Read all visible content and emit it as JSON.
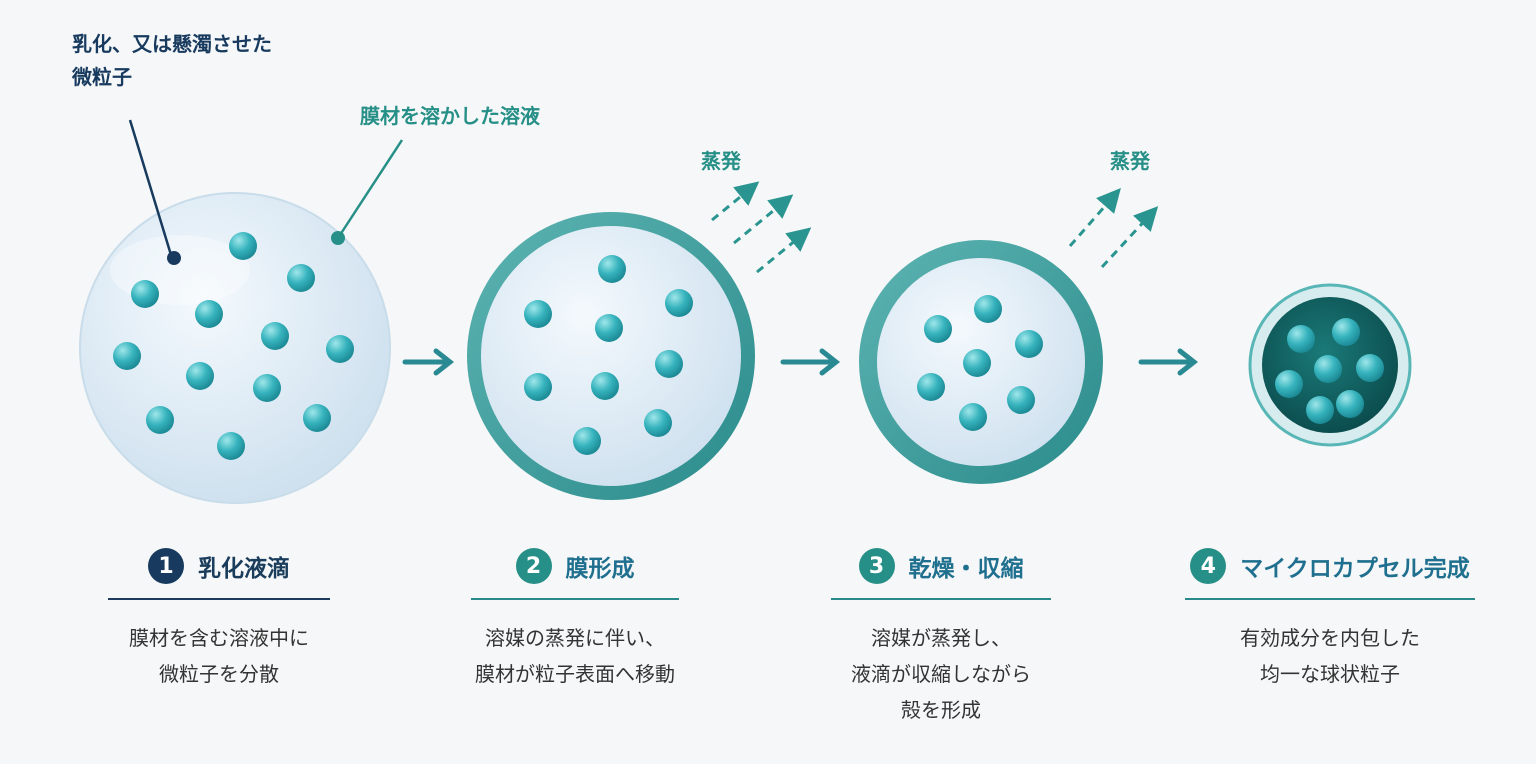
{
  "callouts": {
    "particle": [
      "乳化、又は懸濁させた",
      "微粒子"
    ],
    "solution": "膜材を溶かした溶液"
  },
  "evaporation_label": "蒸発",
  "steps": [
    {
      "number": "1",
      "title": "乳化液滴",
      "description": [
        "膜材を含む溶液中に",
        "微粒子を分散"
      ]
    },
    {
      "number": "2",
      "title": "膜形成",
      "description": [
        "溶媒の蒸発に伴い、",
        "膜材が粒子表面へ移動"
      ]
    },
    {
      "number": "3",
      "title": "乾燥・収縮",
      "description": [
        "溶媒が蒸発し、",
        "液滴が収縮しながら",
        "殻を形成"
      ]
    },
    {
      "number": "4",
      "title": "マイクロカプセル完成",
      "description": [
        "有効成分を内包した",
        "均一な球状粒子"
      ]
    }
  ],
  "colors": {
    "navy": "#173a5e",
    "teal": "#268f87",
    "shell": "#3a9c9c",
    "droplet_fill": "#e4eff8",
    "core_dark": "#0f5a5a",
    "particle": "#3bbcc4",
    "background": "#f6f7f8"
  }
}
